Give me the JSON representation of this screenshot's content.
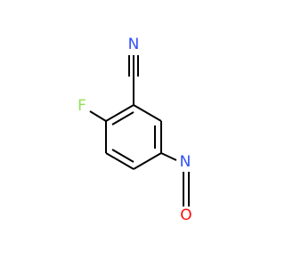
{
  "molecule": {
    "atoms": {
      "nitrile_n": "N",
      "fluorine": "F",
      "isocyanate_n": "N",
      "oxygen": "O"
    }
  },
  "colors": {
    "nitrogen": "#3050f8",
    "fluorine": "#90e050",
    "oxygen": "#ff0d0d",
    "carbon": "#000000"
  }
}
